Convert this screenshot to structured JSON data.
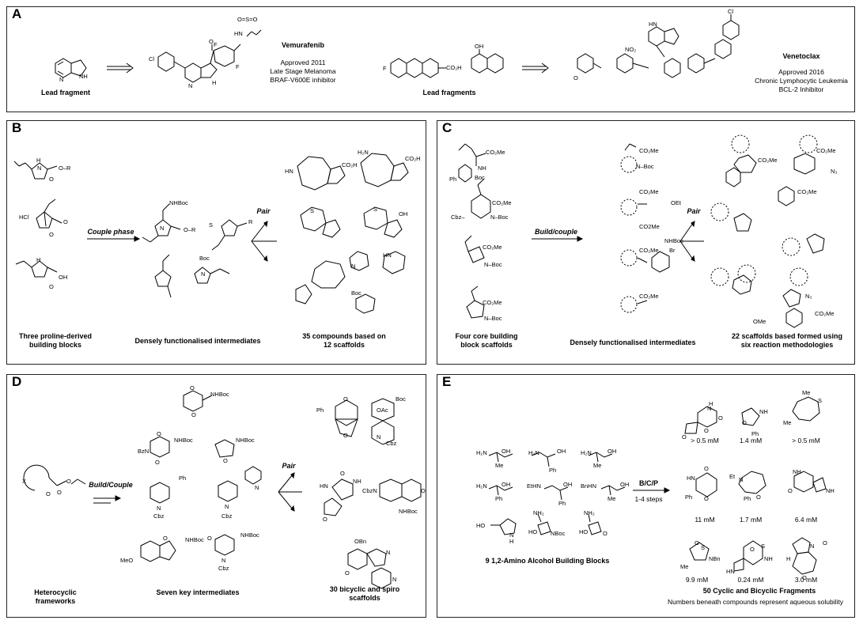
{
  "panelA": {
    "letter": "A",
    "lead_fragment": "Lead fragment",
    "lead_fragments": "Lead fragments",
    "vemurafenib": {
      "name": "Vemurafenib",
      "l1": "Approved 2011",
      "l2": "Late Stage Melanoma",
      "l3": "BRAF-V600E inhibitor"
    },
    "venetoclax": {
      "name": "Venetoclax",
      "l1": "Approved 2016",
      "l2": "Chronic Lymphocytic Leukemia",
      "l3": "BCL-2 Inhibitor"
    },
    "atoms": {
      "nh": "NH",
      "n": "N",
      "h": "H",
      "cl": "Cl",
      "f": "F",
      "o": "O",
      "s": "S",
      "hn": "HN",
      "co2h": "CO₂H",
      "oh": "OH",
      "no2": "NO₂",
      "ho_o": "O",
      "sulfonyl": "O=S=O"
    }
  },
  "panelB": {
    "letter": "B",
    "arrow1": "Couple phase",
    "arrow2": "Pair",
    "caption1": "Three proline-derived building blocks",
    "caption2": "Densely functionalised intermediates",
    "caption3": "35 compounds based on 12 scaffolds",
    "atoms": {
      "hcl": "HCl",
      "nh": "H\nN",
      "or": "O–R",
      "oh": "OH",
      "nhboc": "NHBoc",
      "boc": "Boc",
      "n": "N",
      "co2h": "CO₂H",
      "h2n": "H₂N",
      "r": "R",
      "ome": "O",
      "o": "O",
      "s": "S",
      "hn": "HN"
    }
  },
  "panelC": {
    "letter": "C",
    "arrow1": "Build/couple",
    "arrow2": "Pair",
    "caption1": "Four core building block scaffolds",
    "caption2": "Densely functionalised intermediates",
    "caption3": "22 scaffolds based formed using six reaction methodologies",
    "atoms": {
      "co2me": "CO₂Me",
      "co2me_alt": "CO2Me",
      "nh": "NH",
      "boc": "Boc",
      "ph": "Ph",
      "cbz": "Cbz–",
      "nboc": "N–Boc",
      "nhboc": "NHBoc",
      "oet": "OEt",
      "br": "Br",
      "n": "N",
      "h": "H",
      "o": "O",
      "n3": "N₃",
      "ome": "OMe"
    }
  },
  "panelD": {
    "letter": "D",
    "arrow1": "Build/Couple",
    "arrow2": "Pair",
    "caption1": "Heterocyclic frameworks",
    "caption2": "Seven key intermediates",
    "caption3": "30 bicyclic and spiro scaffolds",
    "atoms": {
      "nhboc": "NHBoc",
      "bzn": "BzN",
      "o": "O",
      "ph": "Ph",
      "n": "N",
      "cbz": "Cbz",
      "meo": "MeO",
      "x": "X",
      "oac": "OAc",
      "boc": "Boc",
      "hn": "HN",
      "nh": "NH",
      "obn": "OBn",
      "cbzn": "CbzN"
    }
  },
  "panelE": {
    "letter": "E",
    "arrow_label": "B/C/P",
    "arrow_sub": "1-4 steps",
    "caption1": "9 1,2-Amino Alcohol Building Blocks",
    "caption2": "50 Cyclic and Bicyclic Fragments",
    "caption2b": "Numbers beneath compounds represent aqueous solubility",
    "solubility": [
      "> 0.5 mM",
      "1.4 mM",
      "> 0.5 mM",
      "11 mM",
      "1.7 mM",
      "6.4 mM",
      "9.9 mM",
      "0.24 mM",
      "3.0 mM"
    ],
    "atoms": {
      "h2n": "H₂N",
      "oh": "OH",
      "me": "Me",
      "ph": "Ph",
      "ethn": "EtHN",
      "bnhn": "BnHN",
      "ho": "HO",
      "nh2": "NH₂",
      "nboc": "NBoc",
      "nh": "NH",
      "hn": "HN",
      "h": "H",
      "o": "O",
      "n": "N",
      "s": "S",
      "et": "Et",
      "nbn": "NBn"
    }
  }
}
